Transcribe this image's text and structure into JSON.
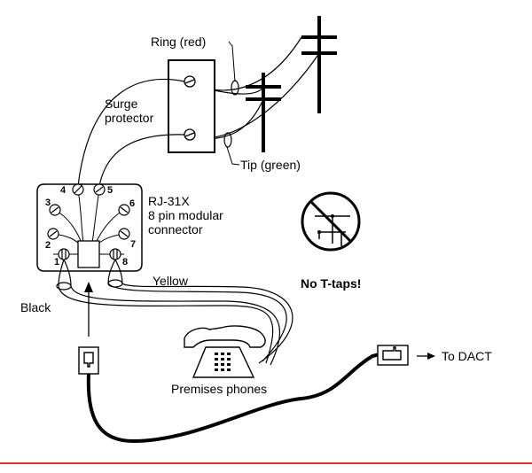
{
  "labels": {
    "ring": "Ring (red)",
    "surge_line1": "Surge",
    "surge_line2": "protector",
    "tip": "Tip (green)",
    "rj_line1": "RJ-31X",
    "rj_line2": "8 pin modular",
    "rj_line3": "connector",
    "yellow": "Yellow",
    "black": "Black",
    "no_ttaps": "No T-taps!",
    "premises_phones": "Premises phones",
    "to_dact": "To DACT"
  },
  "pins": [
    "1",
    "2",
    "3",
    "4",
    "5",
    "6",
    "7",
    "8"
  ],
  "colors": {
    "line": "#000000",
    "background": "#ffffff",
    "footer_rule": "#e0312b"
  }
}
